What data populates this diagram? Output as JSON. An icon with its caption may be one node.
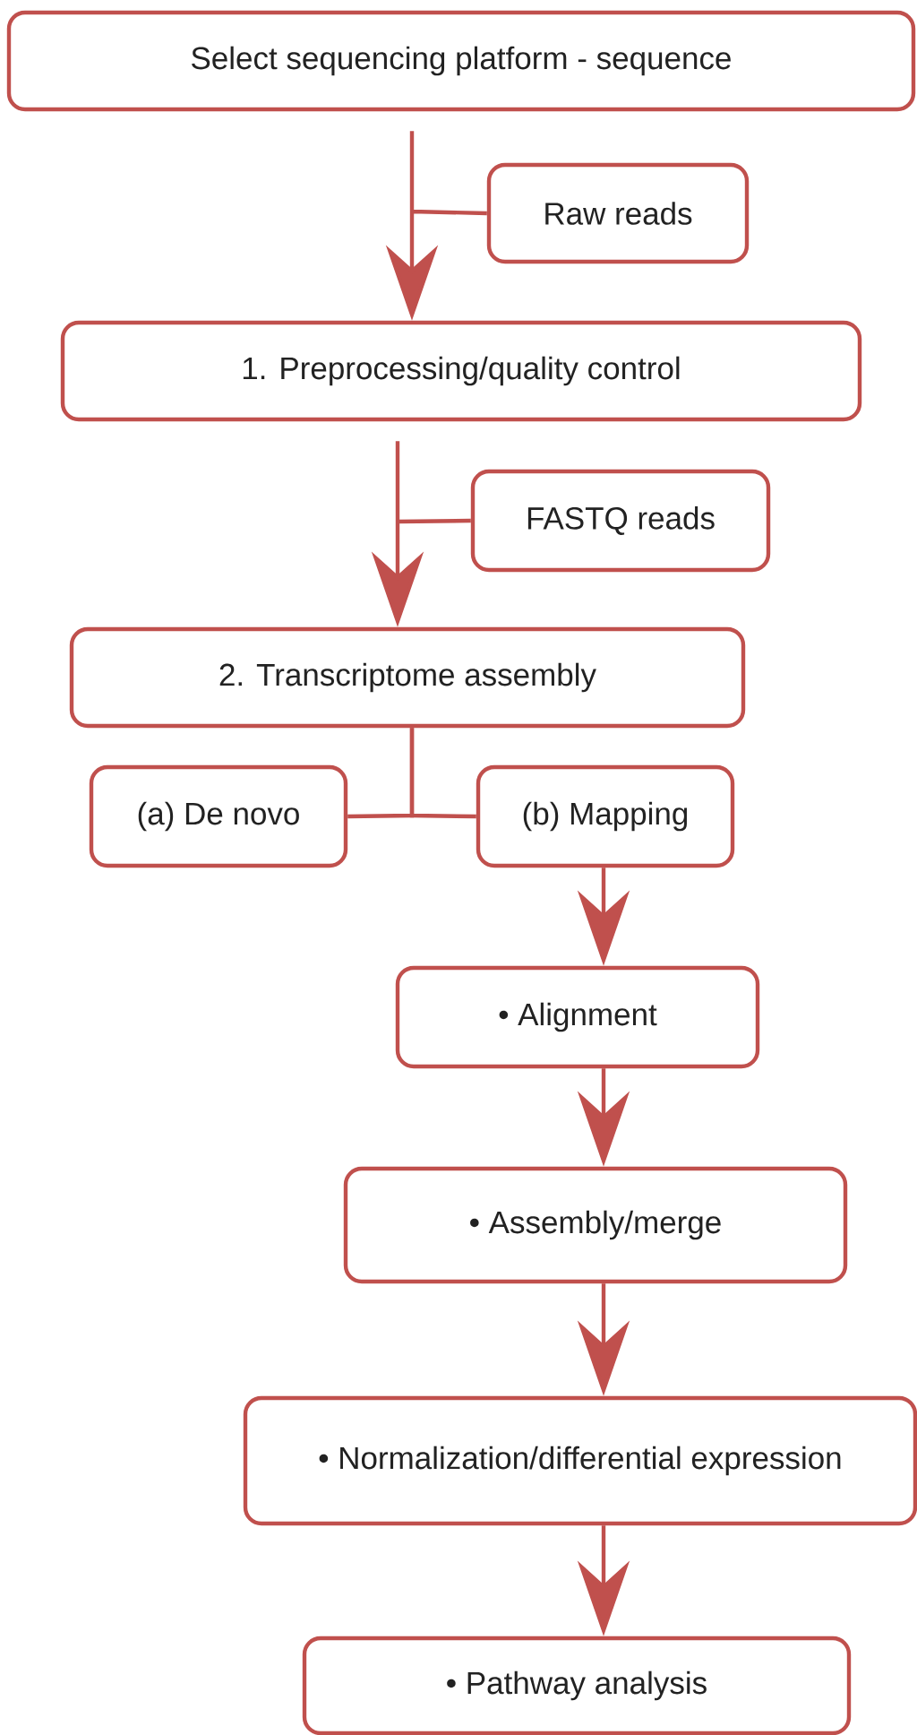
{
  "diagram": {
    "nodes": [
      {
        "text": [
          "Select sequencing platform - sequence"
        ]
      },
      {
        "text": [
          "Raw reads"
        ]
      },
      {
        "text": [
          "1. Preprocessing/quality control"
        ]
      },
      {
        "text": [
          "FASTQ reads"
        ]
      },
      {
        "text": [
          "2. Transcriptome assembly"
        ]
      },
      {
        "text": [
          "(a) De novo"
        ]
      },
      {
        "text": [
          "(b) Mapping"
        ]
      },
      {
        "text": [
          "• Alignment"
        ]
      },
      {
        "text": [
          "• Assembly/merge"
        ]
      },
      {
        "text": [
          "• Normalization/differential expression"
        ]
      },
      {
        "text": [
          "• Pathway analysis"
        ]
      }
    ],
    "edges": [
      {
        "from": 0,
        "to": 2,
        "arrow": "to"
      },
      {
        "from": 1,
        "to": 2,
        "arrow": "to"
      },
      {
        "from": 2,
        "to": 4,
        "arrow": "to"
      },
      {
        "from": 3,
        "to": 4,
        "arrow": "to"
      },
      {
        "from": 4,
        "to": 5,
        "arrow": "none"
      },
      {
        "from": 4,
        "to": 6,
        "arrow": "none"
      },
      {
        "from": 6,
        "to": 7,
        "arrow": "to"
      },
      {
        "from": 7,
        "to": 8,
        "arrow": "to"
      },
      {
        "from": 8,
        "to": 9,
        "arrow": "to"
      },
      {
        "from": 9,
        "to": 10,
        "arrow": "to"
      }
    ]
  }
}
